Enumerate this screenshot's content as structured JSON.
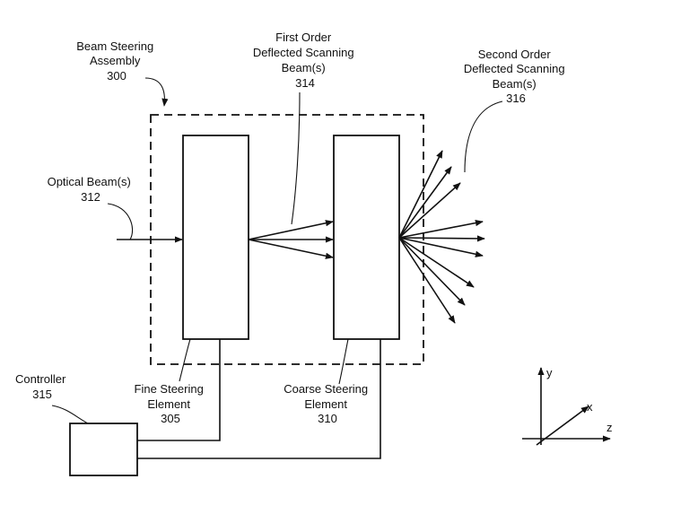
{
  "labels": {
    "assembly": [
      "Beam Steering",
      "Assembly",
      "300"
    ],
    "first_order": [
      "First Order",
      "Deflected Scanning",
      "Beam(s)",
      "314"
    ],
    "second_order": [
      "Second Order",
      "Deflected Scanning",
      "Beam(s)",
      "316"
    ],
    "optical": [
      "Optical Beam(s)",
      "312"
    ],
    "controller": [
      "Controller",
      "315"
    ],
    "fine": [
      "Fine Steering",
      "Element",
      "305"
    ],
    "coarse": [
      "Coarse Steering",
      "Element",
      "310"
    ]
  },
  "axes": {
    "y": "y",
    "x": "x",
    "z": "z"
  }
}
